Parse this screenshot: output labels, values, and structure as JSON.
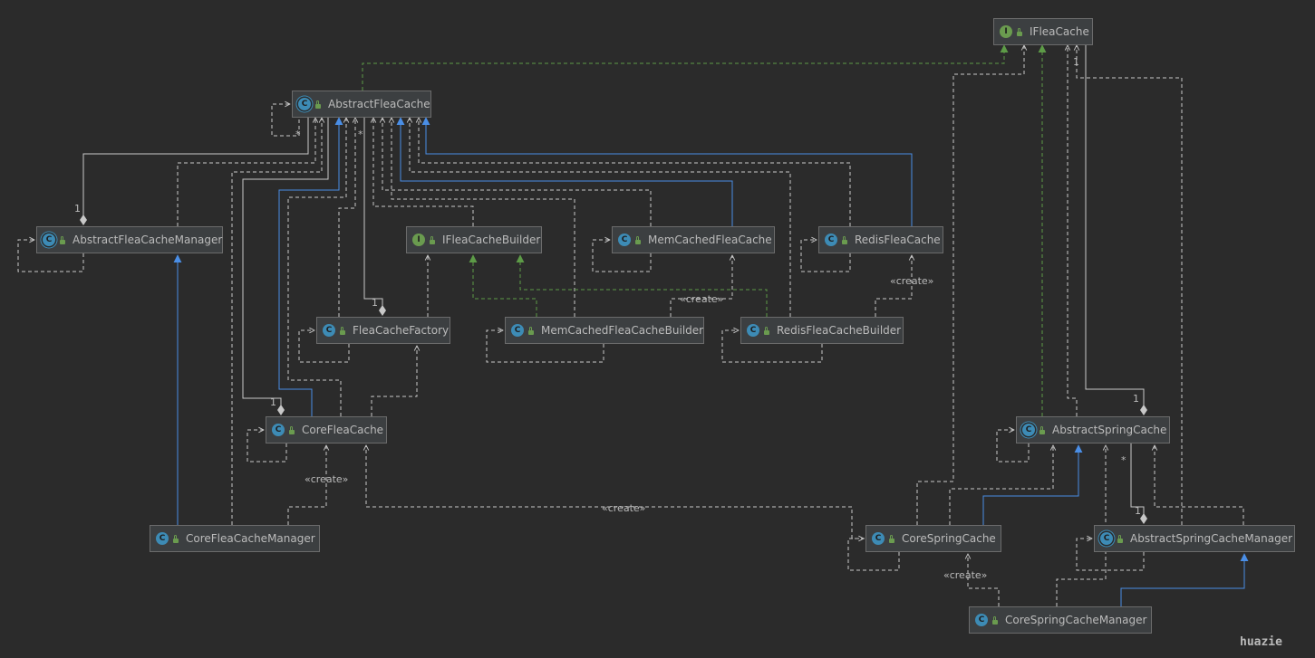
{
  "colors": {
    "background": "#2b2b2b",
    "box_fill": "#3c3f41",
    "box_border": "#6b6b6b",
    "text": "#bbbbbb",
    "line": "#c8c8c8",
    "inherit": "#4a8ee6",
    "implement": "#5d9b47",
    "class_icon": "#3d8bb5",
    "interface_icon": "#6a9b4f"
  },
  "nodes": [
    {
      "id": "abstractfleacache",
      "name": "AbstractFleaCache",
      "kind": "abstract-class"
    },
    {
      "id": "ifleacache",
      "name": "IFleaCache",
      "kind": "interface"
    },
    {
      "id": "abstractfleacachemanager",
      "name": "AbstractFleaCacheManager",
      "kind": "abstract-class"
    },
    {
      "id": "ifleacachebuilder",
      "name": "IFleaCacheBuilder",
      "kind": "interface"
    },
    {
      "id": "memcachedfleacache",
      "name": "MemCachedFleaCache",
      "kind": "class"
    },
    {
      "id": "redisfleacache",
      "name": "RedisFleaCache",
      "kind": "class"
    },
    {
      "id": "fleacachefactory",
      "name": "FleaCacheFactory",
      "kind": "class"
    },
    {
      "id": "memcachedfleacachebuilder",
      "name": "MemCachedFleaCacheBuilder",
      "kind": "class"
    },
    {
      "id": "redisfleacachebuilder",
      "name": "RedisFleaCacheBuilder",
      "kind": "class"
    },
    {
      "id": "corefleacache",
      "name": "CoreFleaCache",
      "kind": "class"
    },
    {
      "id": "corefleacachemanager",
      "name": "CoreFleaCacheManager",
      "kind": "class"
    },
    {
      "id": "abstractspringcache",
      "name": "AbstractSpringCache",
      "kind": "abstract-class"
    },
    {
      "id": "corespringcache",
      "name": "CoreSpringCache",
      "kind": "class"
    },
    {
      "id": "abstractspringcachemanager",
      "name": "AbstractSpringCacheManager",
      "kind": "abstract-class"
    },
    {
      "id": "corespringcachemanager",
      "name": "CoreSpringCacheManager",
      "kind": "class"
    }
  ],
  "labels": [
    {
      "id": "create-redis",
      "text": "«create»"
    },
    {
      "id": "create-mem",
      "text": "«create»"
    },
    {
      "id": "create-core",
      "text": "«create»"
    },
    {
      "id": "create-core-long",
      "text": "«create»"
    },
    {
      "id": "create-spring",
      "text": "«create»"
    },
    {
      "id": "mult-afcm",
      "text": "1"
    },
    {
      "id": "mult-fcf",
      "text": "1"
    },
    {
      "id": "mult-cfc",
      "text": "1"
    },
    {
      "id": "mult-asc",
      "text": "1"
    },
    {
      "id": "mult-ascm",
      "text": "1"
    },
    {
      "id": "mult-ifc",
      "text": "1"
    },
    {
      "id": "mult-star-afc",
      "text": "*"
    },
    {
      "id": "mult-star-afc2",
      "text": "*"
    },
    {
      "id": "mult-star-asc",
      "text": "*"
    }
  ],
  "watermark": "huazie"
}
